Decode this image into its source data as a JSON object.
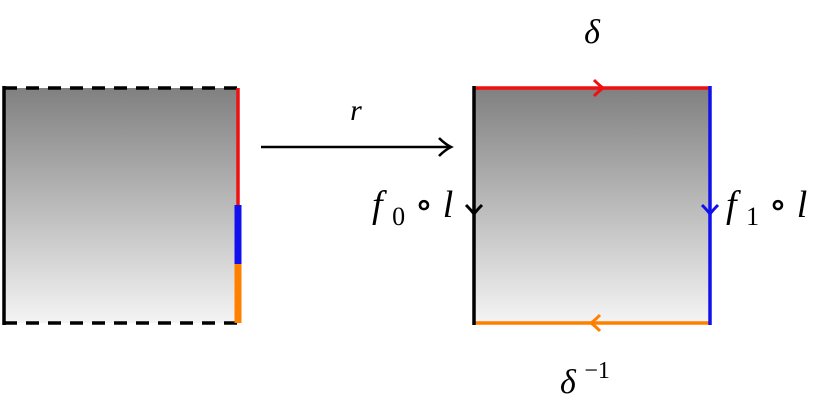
{
  "labels": {
    "map": "r",
    "top_edge": "δ",
    "bottom_edge_base": "δ",
    "bottom_edge_exp": "−1",
    "left_edge_f": "f",
    "left_edge_sub": "0",
    "left_edge_tail": " ∘ l",
    "right_edge_f": "f",
    "right_edge_sub": "1",
    "right_edge_tail": " ∘ l"
  },
  "colors": {
    "red": "#ee1111",
    "blue": "#1111ee",
    "orange": "#ff8000",
    "black": "#000000",
    "gradient_top": "#808080",
    "gradient_bottom": "#f4f4f4"
  }
}
